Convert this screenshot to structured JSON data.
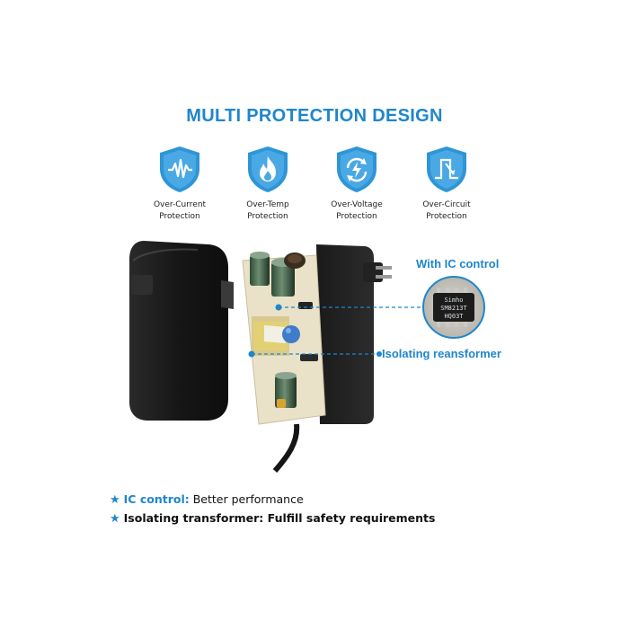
{
  "title": "MULTI PROTECTION DESIGN",
  "features": [
    {
      "icon": "waveform-shield-icon",
      "line1": "Over-Current",
      "line2": "Protection"
    },
    {
      "icon": "flame-shield-icon",
      "line1": "Over-Temp",
      "line2": "Protection"
    },
    {
      "icon": "voltage-cycle-shield-icon",
      "line1": "Over-Voltage",
      "line2": "Protection"
    },
    {
      "icon": "circuit-switch-shield-icon",
      "line1": "Over-Circuit",
      "line2": "Protection"
    }
  ],
  "callouts": {
    "ic": "With IC control",
    "isolating": "Isolating reansformer"
  },
  "chip_text": {
    "line1": "Simho",
    "line2": "SM8213T",
    "line3": "HQ03T"
  },
  "notes": [
    {
      "key": "IC control:",
      "text": " Better performance"
    },
    {
      "key": "Isolating transformer:",
      "text": " Fulfill safety requirements"
    }
  ],
  "colors": {
    "accent": "#1f86cc",
    "shield": "#2e95d6",
    "adapter": "#1b1b1b",
    "pcb": "#e9e2c8"
  }
}
